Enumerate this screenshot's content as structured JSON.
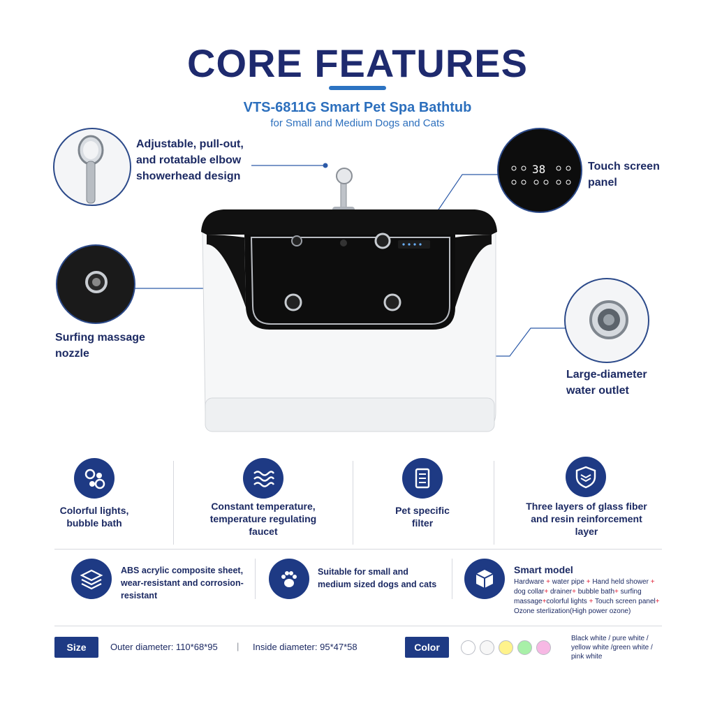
{
  "header": {
    "title": "CORE FEATURES",
    "product_name": "VTS-6811G Smart Pet Spa Bathtub",
    "product_tagline": "for Small and Medium Dogs and Cats"
  },
  "callouts": {
    "showerhead": "Adjustable, pull-out, and rotatable elbow showerhead design",
    "touch_panel": "Touch screen panel",
    "nozzle": "Surfing massage nozzle",
    "outlet": "Large-diameter water outlet",
    "panel_display": "38"
  },
  "features_row1": [
    {
      "label": "Colorful lights, bubble bath",
      "icon": "bubbles-icon"
    },
    {
      "label": "Constant temperature, temperature regulating faucet",
      "icon": "waves-icon"
    },
    {
      "label": "Pet specific filter",
      "icon": "filter-icon"
    },
    {
      "label": "Three layers of glass fiber and resin reinforcement layer",
      "icon": "layers-shield-icon"
    }
  ],
  "features_row2": [
    {
      "label": "ABS acrylic composite sheet, wear-resistant and corrosion-resistant",
      "icon": "stack-icon"
    },
    {
      "label": "Suitable for small and medium sized dogs and cats",
      "icon": "paw-icon"
    }
  ],
  "smart_model": {
    "title": "Smart model",
    "line1_a": "Hardware",
    "line1_b": "water pipe",
    "line1_c": "Hand held shower",
    "line2_a": "dog collar",
    "line2_b": "drainer",
    "line2_c": "bubble bath",
    "line2_d": "surfing",
    "line3_a": "massage",
    "line3_b": "colorful lights",
    "line3_c": "Touch screen panel",
    "line4": "Ozone sterlization(High power ozone)",
    "plus": "+",
    "icon": "cube-icon"
  },
  "size": {
    "tag": "Size",
    "outer": "Outer diameter: 110*68*95",
    "sep": "|",
    "inside": "Inside diameter: 95*47*58"
  },
  "color": {
    "tag": "Color",
    "swatches": [
      "#ffffff",
      "#f7f7f7",
      "#fff38c",
      "#a8f0a8",
      "#f7b8e4"
    ],
    "names_line1": "Black white / pure white /",
    "names_line2": "yellow white /green white /",
    "names_line3": "pink white"
  },
  "colors": {
    "navy": "#1c2a63",
    "accent_blue": "#2c6fbd",
    "icon_bg": "#1e3a84",
    "plus_red": "#e0243a"
  }
}
